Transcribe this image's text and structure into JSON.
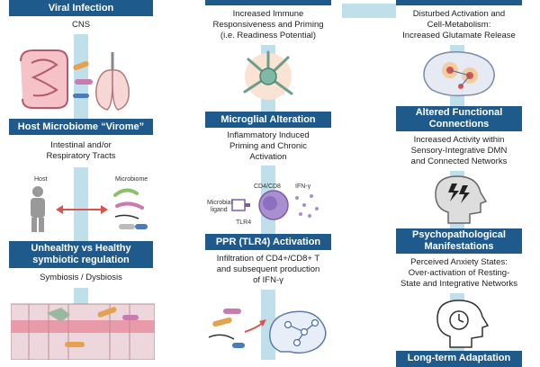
{
  "col1": {
    "box1": {
      "title": "Viral Infection",
      "body": "CNS"
    },
    "box2": {
      "title": "Host Microbiome “Virome”",
      "body_l1": "Intestinal and/or",
      "body_l2": "Respiratory Tracts"
    },
    "box3": {
      "title_l1": "Unhealthy vs Healthy",
      "title_l2": "symbiotic regulation",
      "body": "Symbiosis / Dysbiosis"
    },
    "labels": {
      "host": "Host",
      "microbiome": "Microbiome"
    }
  },
  "col2": {
    "box1": {
      "l1": "Increased Immune",
      "l2": "Responsiveness and Priming",
      "l3": "(i.e. Readiness Potential)"
    },
    "box2": {
      "title": "Microglial Alteration",
      "l1": "Inflammatory Induced",
      "l2": "Priming and Chronic",
      "l3": "Activation"
    },
    "box3": {
      "title": "PPR (TLR4) Activation",
      "l1": "Infiltration of CD4+/CD8+ T",
      "l2": "and subsequent production",
      "l3": "of IFN-γ"
    },
    "labels": {
      "cd": "CD4/CD8",
      "ifn": "IFN-γ",
      "microbial": "Microbial",
      "ligand": "ligand",
      "tlr4": "TLR4"
    }
  },
  "col3": {
    "box1": {
      "l1": "Disturbed Activation and",
      "l2": "Cell-Metabolism:",
      "l3": "Increased Glutamate Release"
    },
    "box2": {
      "title_l1": "Altered Functional",
      "title_l2": "Connections",
      "l1": "Increased Activity within",
      "l2": "Sensory-Integrative DMN",
      "l3": "and Connected Networks"
    },
    "box3": {
      "title_l1": "Psychopathological",
      "title_l2": "Manifestations",
      "l1": "Perceived Anxiety States:",
      "l2": "Over-activation of Resting-",
      "l3": "State and Integrative Networks"
    },
    "box4": {
      "title": "Long-term Adaptation"
    }
  },
  "colors": {
    "header": "#1e5b8c",
    "connector": "#bfe0ea",
    "arrow": "#d9534f"
  }
}
